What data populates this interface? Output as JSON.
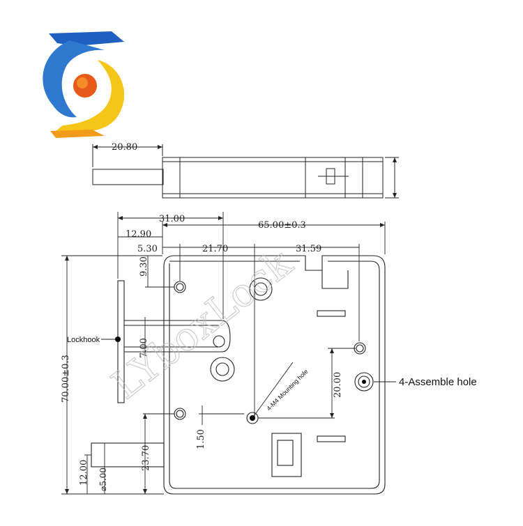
{
  "logo": {
    "name": "company-logo",
    "colors": {
      "blue": "#1f5fbf",
      "yellow": "#f5c518",
      "red": "#e23a20",
      "orange": "#f29a1a"
    }
  },
  "watermark": {
    "text": "LYboxLock",
    "color": "#bdbdbd"
  },
  "top_view": {
    "shaft_length": "20.80"
  },
  "front_view": {
    "dim_31": "31.00",
    "dim_12_90": "12.90",
    "dim_65": "65.00±0.3",
    "dim_5_30": "5.30",
    "dim_21_70": "21.70",
    "dim_31_59": "31.59",
    "dim_9_30": "9.30",
    "dim_7_00": "7.00",
    "dim_70": "70.00±0.3",
    "dim_20_00": "20.00",
    "dim_1_50": "1.50",
    "dim_23_70": "23.70",
    "dim_12_00": "12.00",
    "dim_dia5": "⌀5.00"
  },
  "callouts": {
    "lockhook": "Lockhook",
    "mounting_hole": "4-M4 Mounting hole",
    "assemble_hole": "4-Assemble hole"
  },
  "colors": {
    "line": "#222222",
    "accent_dot": "#000000"
  }
}
